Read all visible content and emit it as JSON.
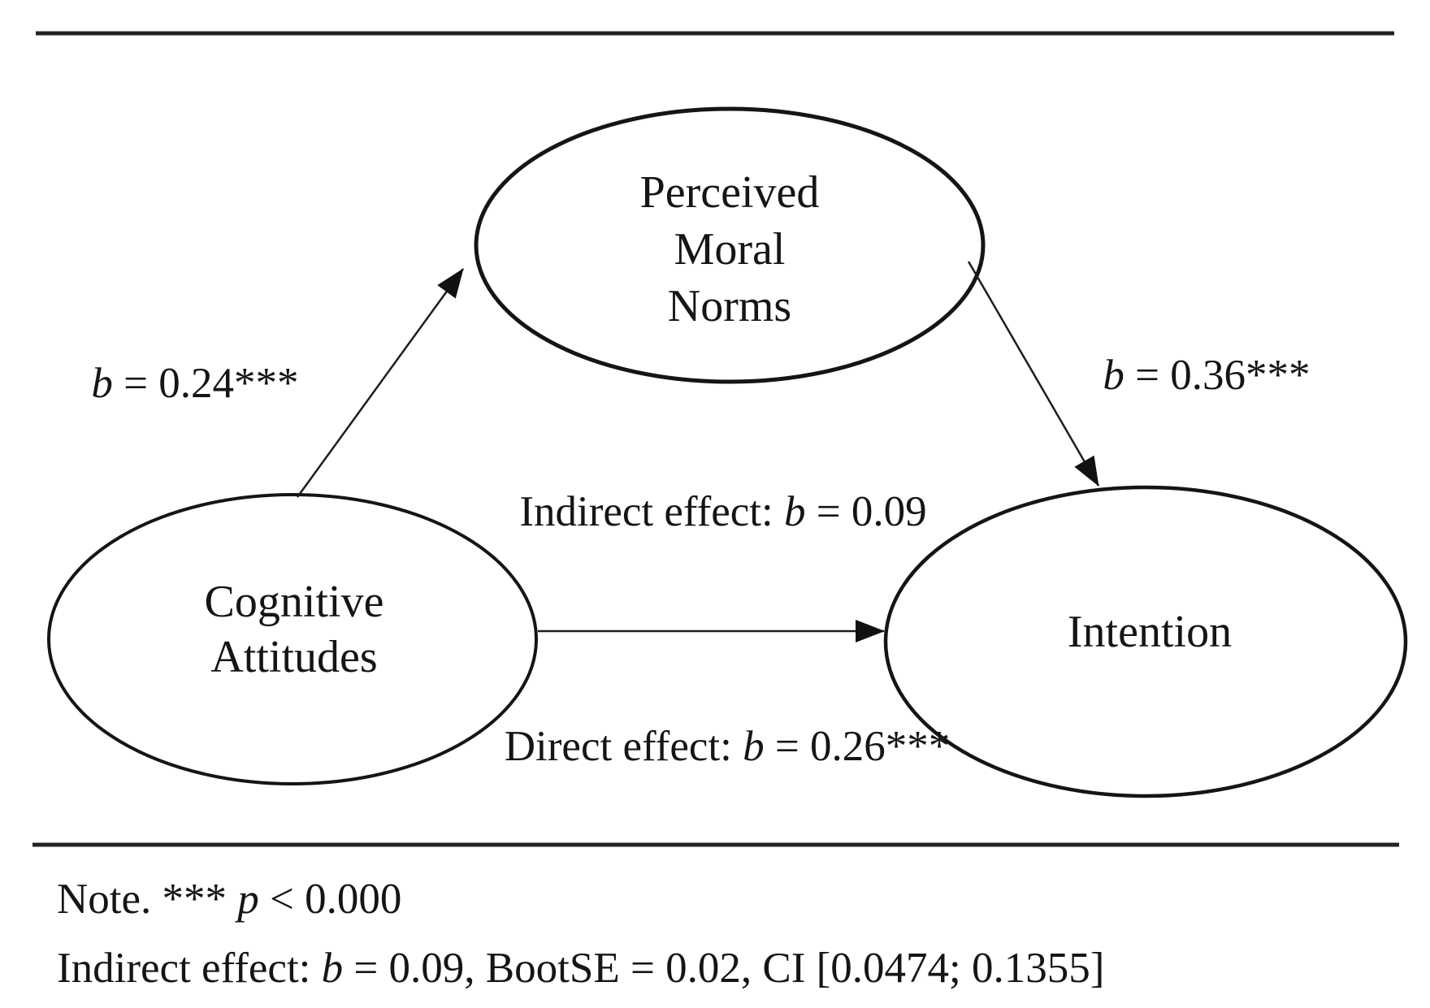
{
  "diagram": {
    "nodes": {
      "mediator": {
        "lines": [
          "Perceived",
          "Moral",
          "Norms"
        ]
      },
      "predictor": {
        "lines": [
          "Cognitive",
          "Attitudes"
        ]
      },
      "outcome": {
        "label": "Intention"
      }
    },
    "path_labels": {
      "a": {
        "coef": "b",
        "rest": " = 0.24***"
      },
      "b": {
        "coef": "b",
        "rest": " = 0.36***"
      },
      "indirect": {
        "prefix": "Indirect effect: ",
        "coef": "b",
        "rest": " = 0.09"
      },
      "direct": {
        "prefix": "Direct effect: ",
        "coef": "b",
        "rest": " = 0.26***"
      }
    }
  },
  "note": {
    "line1": {
      "prefix": "Note. *** ",
      "coef": "p",
      "rest": " < 0.000"
    },
    "line2": {
      "prefix": "Indirect effect: ",
      "coef": "b",
      "rest": " = 0.09, BootSE = 0.02, CI [0.0474; 0.1355]"
    }
  },
  "colors": {
    "ink": "#151515",
    "background": "#ffffff"
  }
}
